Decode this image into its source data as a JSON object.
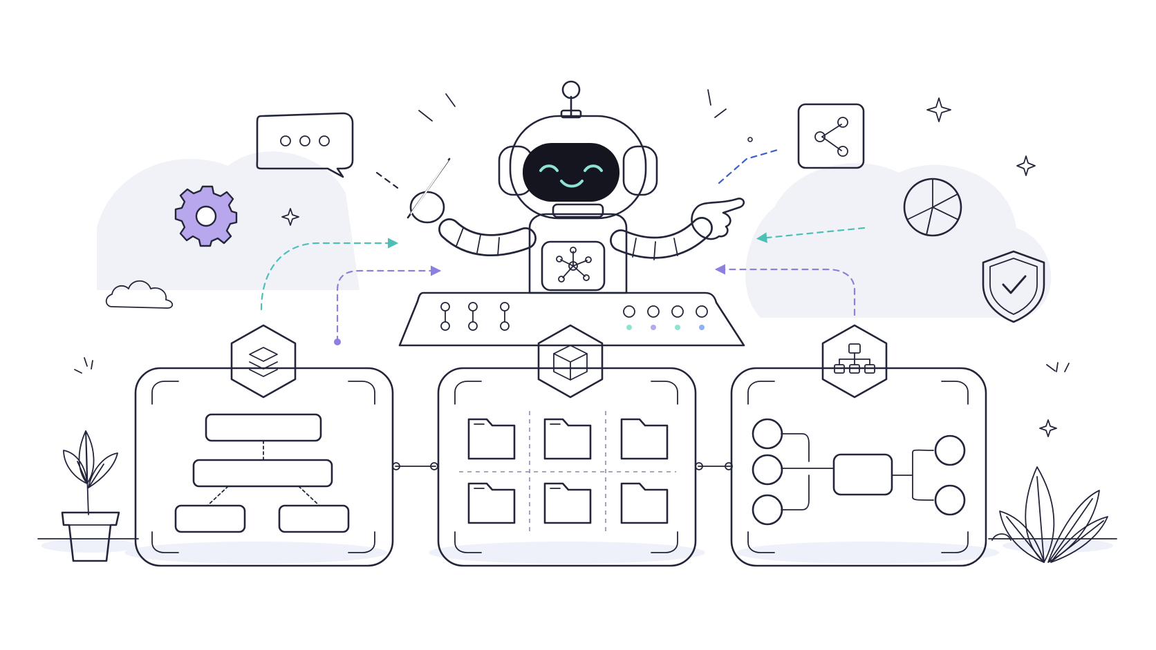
{
  "illustration": {
    "theme": "robot orchestrating three module panels",
    "panels": [
      "structure-panel",
      "files-panel",
      "workflow-panel"
    ]
  },
  "colors": {
    "ink": "#23263a",
    "mint": "#8fe3d3",
    "mint_light": "#eefaf8",
    "lavender": "#b9a7ee",
    "lavender_light": "#f4f1fc",
    "blue": "#8fb2f2",
    "blue_light": "#eef3fc",
    "teal_dash": "#4cbfb6",
    "purple_dash": "#8b7fe0",
    "screen": "#14151f",
    "cloud": "#eef0f6"
  },
  "icons": [
    "chat-bubble-icon",
    "gear-icon",
    "share-icon",
    "pie-chart-icon",
    "shield-check-icon",
    "cloud-icon",
    "layers-icon",
    "cube-icon",
    "hierarchy-icon",
    "folder-icon",
    "plant-icon",
    "sparkle-icon"
  ]
}
